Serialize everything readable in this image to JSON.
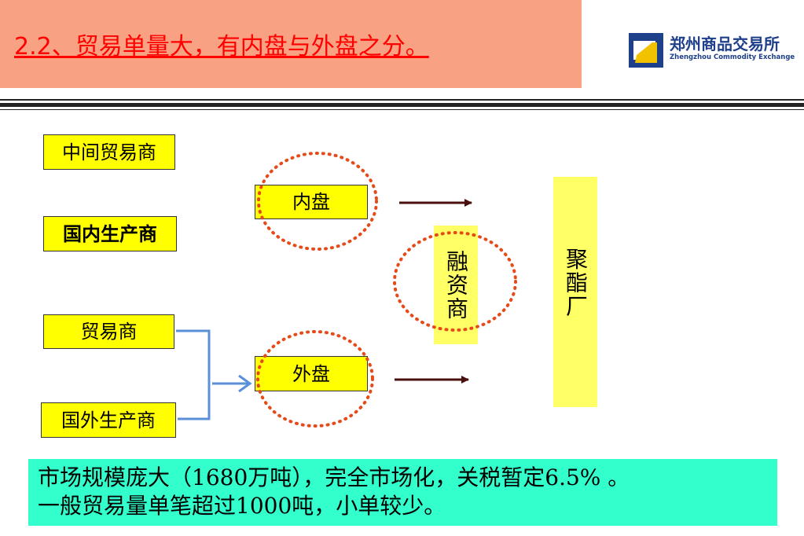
{
  "title": "2.2、贸易单量大，有内盘与外盘之分。",
  "logo": {
    "name_cn": "郑州商品交易所",
    "name_en": "Zhengzhou Commodity Exchange",
    "icon": "zce-logo-icon"
  },
  "diagram": {
    "left_nodes": {
      "intermediary_trader": "中间贸易商",
      "domestic_producer": "国内生产商",
      "trader": "贸易商",
      "foreign_producer": "国外生产商"
    },
    "inner_market": "内盘",
    "outer_market": "外盘",
    "financier": "融资商",
    "polyester_factory": "聚酯厂"
  },
  "note": {
    "line1": "市场规模庞大（1680万吨），完全市场化，关税暂定6.5% 。",
    "line2": "一般贸易量单笔超过1000吨，小单较少。"
  },
  "colors": {
    "title_bg": "#f8a283",
    "title_text": "#ff0000",
    "box_fill": "#ffff00",
    "dotted_circle": "#e64a19",
    "connector_blue": "#5b8fd8",
    "arrow_dark": "#4a0f0f",
    "note_bg": "#33ffcc"
  }
}
